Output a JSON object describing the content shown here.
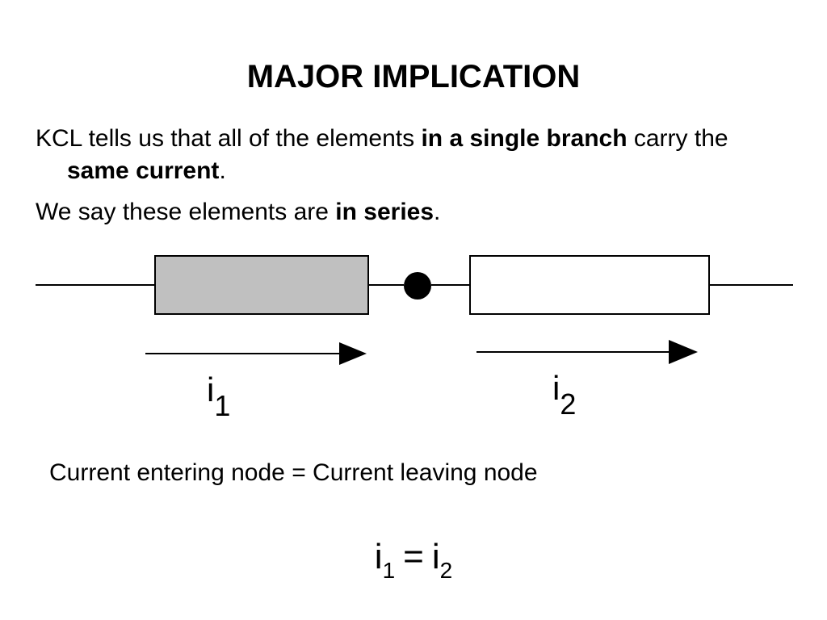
{
  "slide": {
    "title": "MAJOR IMPLICATION",
    "bullets": [
      {
        "before": "KCL tells us that all of the elements ",
        "bold1": "in a single branch",
        "middle": " carry the ",
        "bold2": "same current",
        "after": "."
      },
      {
        "before": "We say these elements are ",
        "bold1": "in series",
        "after": "."
      }
    ],
    "caption": "Current entering node = Current leaving node"
  },
  "diagram": {
    "labels": {
      "i1": {
        "base": "i",
        "sub": "1"
      },
      "i2": {
        "base": "i",
        "sub": "2"
      }
    },
    "element1_fill": "#c0c0c0",
    "element2_fill": "#ffffff",
    "stroke": "#000000"
  },
  "equation": {
    "lhs": {
      "base": "i",
      "sub": "1"
    },
    "op": "=",
    "rhs": {
      "base": "i",
      "sub": "2"
    }
  }
}
